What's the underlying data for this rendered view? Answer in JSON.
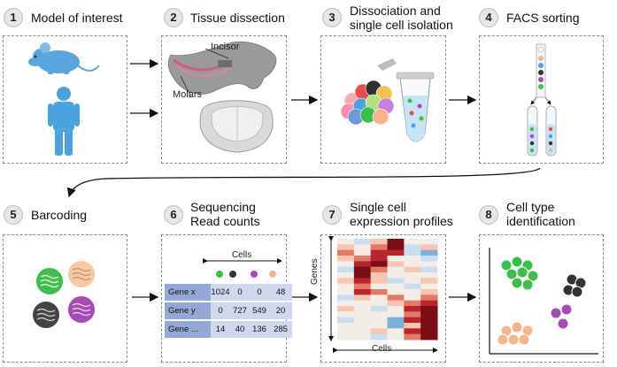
{
  "steps": [
    {
      "num": "1",
      "line1": "Model of interest",
      "line2": ""
    },
    {
      "num": "2",
      "line1": "Tissue dissection",
      "line2": ""
    },
    {
      "num": "3",
      "line1": "Dissociation and",
      "line2": "single cell isolation"
    },
    {
      "num": "4",
      "line1": "FACS sorting",
      "line2": ""
    },
    {
      "num": "5",
      "line1": "Barcoding",
      "line2": ""
    },
    {
      "num": "6",
      "line1": "Sequencing",
      "line2": "Read counts"
    },
    {
      "num": "7",
      "line1": "Single cell",
      "line2": "expression profiles"
    },
    {
      "num": "8",
      "line1": "Cell type",
      "line2": "identification"
    }
  ],
  "tissue_labels": {
    "incisor": "Incisor",
    "molars": "Molars"
  },
  "counts_table": {
    "axis_label": "Cells",
    "column_colors": [
      "#3bbf4a",
      "#333333",
      "#a44bb5",
      "#f5b58a"
    ],
    "rows": [
      {
        "name": "Gene x",
        "values": [
          "1024",
          "0",
          "0",
          "48"
        ]
      },
      {
        "name": "Gene y",
        "values": [
          "0",
          "727",
          "549",
          "20"
        ]
      },
      {
        "name": "Gene ...",
        "values": [
          "14",
          "40",
          "136",
          "285"
        ]
      }
    ]
  },
  "heatmap": {
    "x_label": "Cells",
    "y_label": "Genes"
  },
  "colors": {
    "mouse": "#5aa4e0",
    "human": "#4aa3df",
    "green": "#3bbf4a",
    "black": "#333333",
    "purple": "#a44bb5",
    "peach": "#f5b58a",
    "heat_low": "#2f6db3",
    "heat_mid": "#f3ede8",
    "heat_high": "#7a0d16"
  },
  "icons": [
    "mouse-icon",
    "human-icon",
    "jaw-icon",
    "molars-icon",
    "cell-cluster-icon",
    "tube-icon",
    "facs-column-icon",
    "barcode-cell-icon",
    "scatter-clusters-icon"
  ]
}
